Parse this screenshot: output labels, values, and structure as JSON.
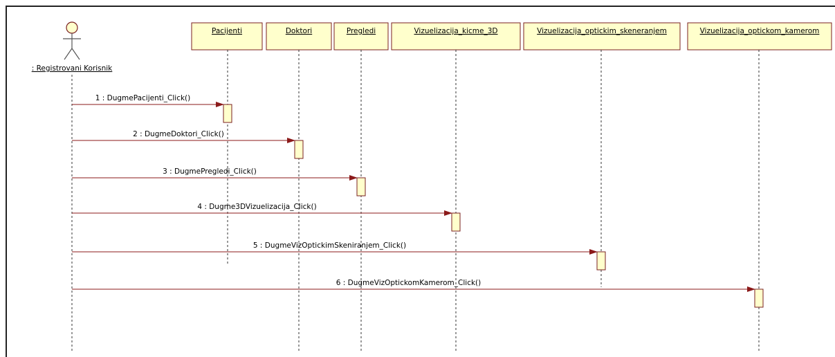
{
  "colors": {
    "object_fill": "#FFFFCC",
    "object_border": "#7A1F1F",
    "message_line": "#8B1A1A",
    "lifeline": "#333333",
    "activation_fill": "#FFFFCC"
  },
  "actor": {
    "label": ": Registrovani Korisnik",
    "icon": "stick-figure-icon"
  },
  "objects": [
    {
      "label": "Pacijenti"
    },
    {
      "label": "Doktori"
    },
    {
      "label": "Pregledi"
    },
    {
      "label": "Vizuelizacija_kicme_3D"
    },
    {
      "label": "Vizuelizacija_optickim_skeneranjem"
    },
    {
      "label": "Vizuelizacija_optickom_kamerom"
    }
  ],
  "messages": [
    {
      "label": "1 : DugmePacijenti_Click()",
      "target": 0
    },
    {
      "label": "2 : DugmeDoktori_Click()",
      "target": 1
    },
    {
      "label": "3 : DugmePregledi_Click()",
      "target": 2
    },
    {
      "label": "4 : Dugme3DVizuelizacija_Click()",
      "target": 3
    },
    {
      "label": "5 : DugmeVizOptickimSkeniranjem_Click()",
      "target": 4
    },
    {
      "label": "6 : DugmeVizOptickomKamerom_Click()",
      "target": 5
    }
  ]
}
